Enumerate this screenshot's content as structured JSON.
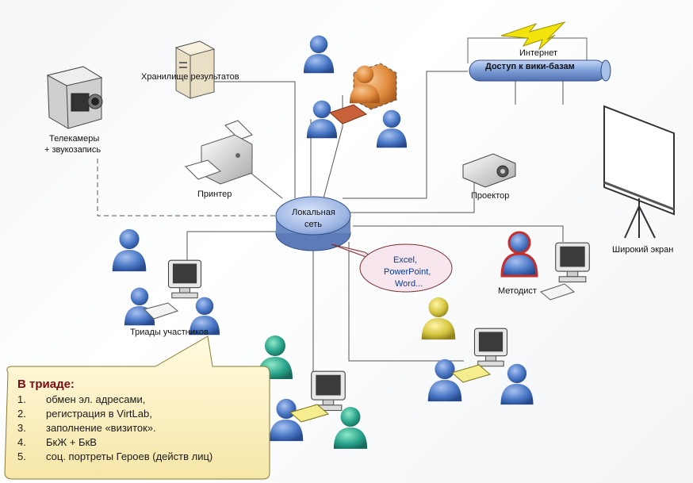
{
  "labels": {
    "storage": "Хранилище результатов",
    "cameras_line1": "Телекамеры",
    "cameras_line2": "+ звукозапись",
    "printer": "Принтер",
    "lan_line1": "Локальная",
    "lan_line2": "сеть",
    "internet": "Интернет",
    "wiki": "Доступ к вики-базам",
    "projector": "Проектор",
    "screen": "Широкий экран",
    "methodist": "Методист",
    "triads": "Триады участников",
    "apps_line1": "Excel,",
    "apps_line2": "PowerPoint,",
    "apps_line3": "Word..."
  },
  "callout": {
    "title": "В триаде:",
    "items": [
      {
        "num": "1.",
        "text": "обмен эл. адресами,"
      },
      {
        "num": "2.",
        "text": "регистрация в VirtLab,"
      },
      {
        "num": "3.",
        "text": "заполнение «визиток»."
      },
      {
        "num": "4.",
        "text": "БкЖ + БкВ"
      },
      {
        "num": "5.",
        "text": "соц. портреты Героев (действ лиц)"
      }
    ]
  },
  "colors": {
    "lan_fill": "#8fa8d8",
    "person_blue": "#3f6cb8",
    "person_orange": "#d98a3a",
    "person_teal": "#2aa58c",
    "person_yellow": "#d6c640",
    "person_red": "#c43030",
    "callout_fill": "#fbf2c8",
    "apps_fill": "#f7e6ee",
    "lightning": "#f2e30c"
  }
}
